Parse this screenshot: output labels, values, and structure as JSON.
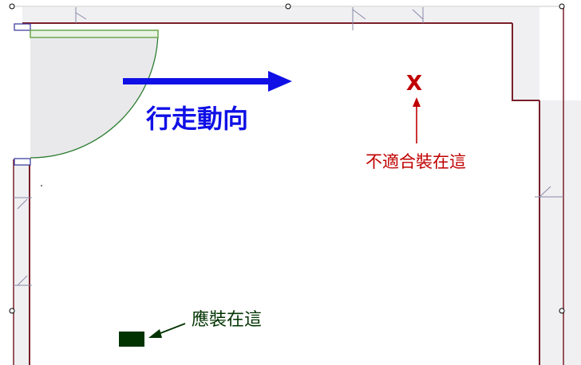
{
  "labels": {
    "walk_direction": "行走動向",
    "not_suitable_mark": "X",
    "not_suitable_text": "不適合裝在這",
    "should_install_text": "應裝在這"
  },
  "colors": {
    "wall": "#7a1f2b",
    "wall_fill": "#f0f0f2",
    "door_fill": "#e9e9ec",
    "door_arc": "#2e7d32",
    "door_leaf": "#6aa84f",
    "direction": "#1010e6",
    "warning": "#c00000",
    "install_device": "#003300",
    "install_label": "#003300",
    "floor": "#ffffff",
    "selection_handle": "#000000"
  }
}
